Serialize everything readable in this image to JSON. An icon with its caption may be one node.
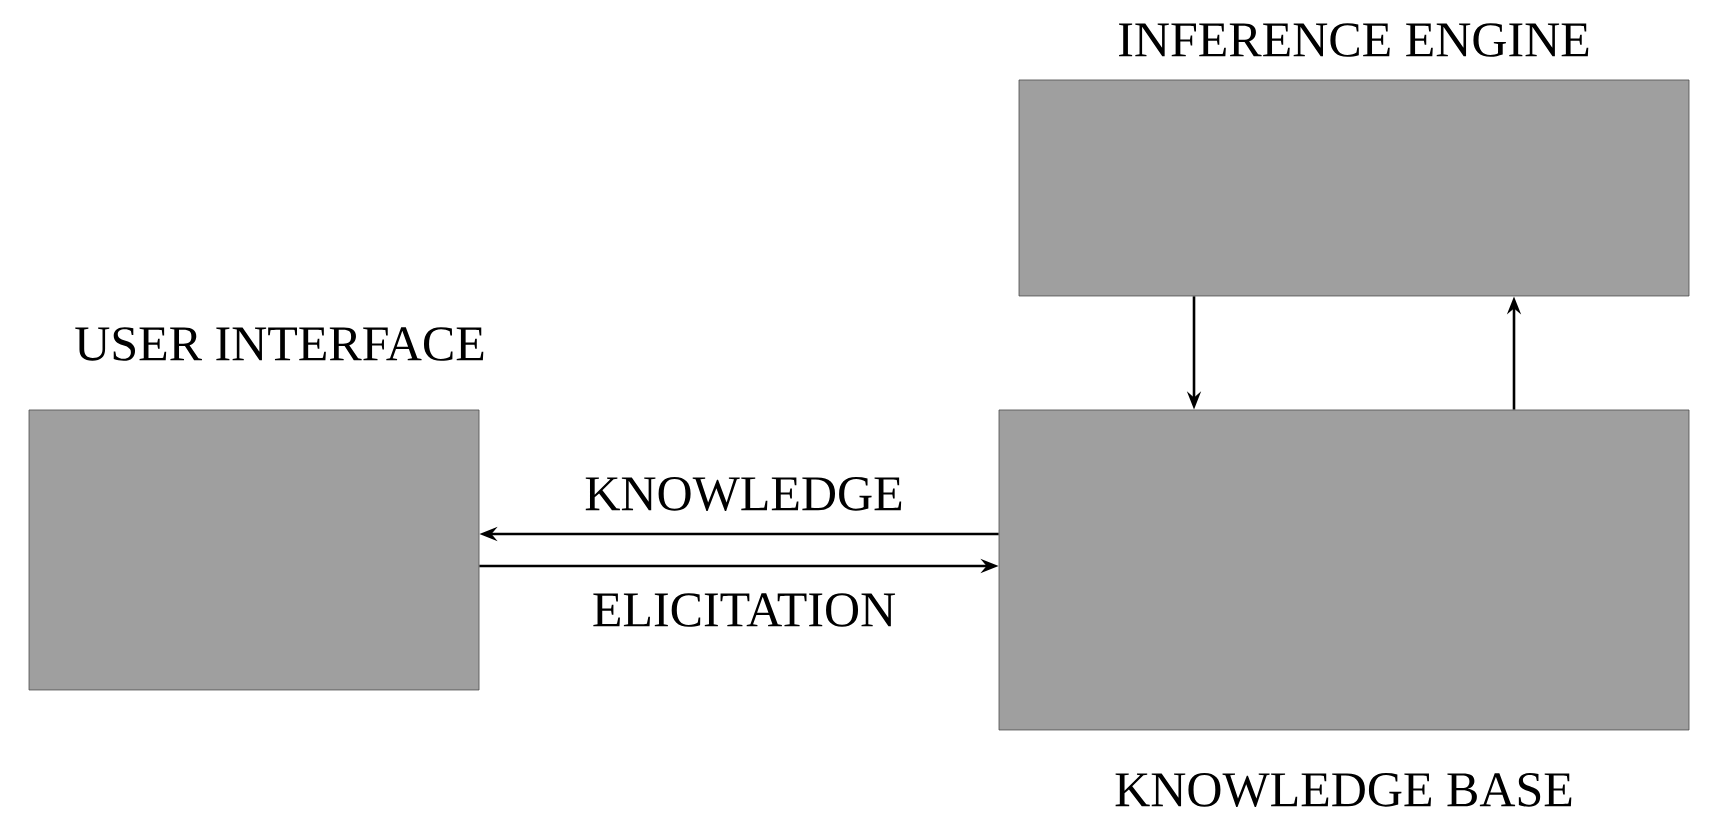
{
  "diagram": {
    "nodes": [
      {
        "text": [
          "USER INTERFACE"
        ]
      },
      {
        "text": [
          "INFERENCE ENGINE"
        ]
      },
      {
        "text": [
          "KNOWLEDGE BASE"
        ]
      }
    ],
    "edges": [
      {
        "from": 2,
        "to": 0,
        "arrow": "to",
        "label": "KNOWLEDGE"
      },
      {
        "from": 0,
        "to": 2,
        "arrow": "to",
        "label": "ELICITATION"
      },
      {
        "from": 1,
        "to": 2,
        "arrow": "to"
      },
      {
        "from": 2,
        "to": 1,
        "arrow": "to"
      }
    ]
  }
}
